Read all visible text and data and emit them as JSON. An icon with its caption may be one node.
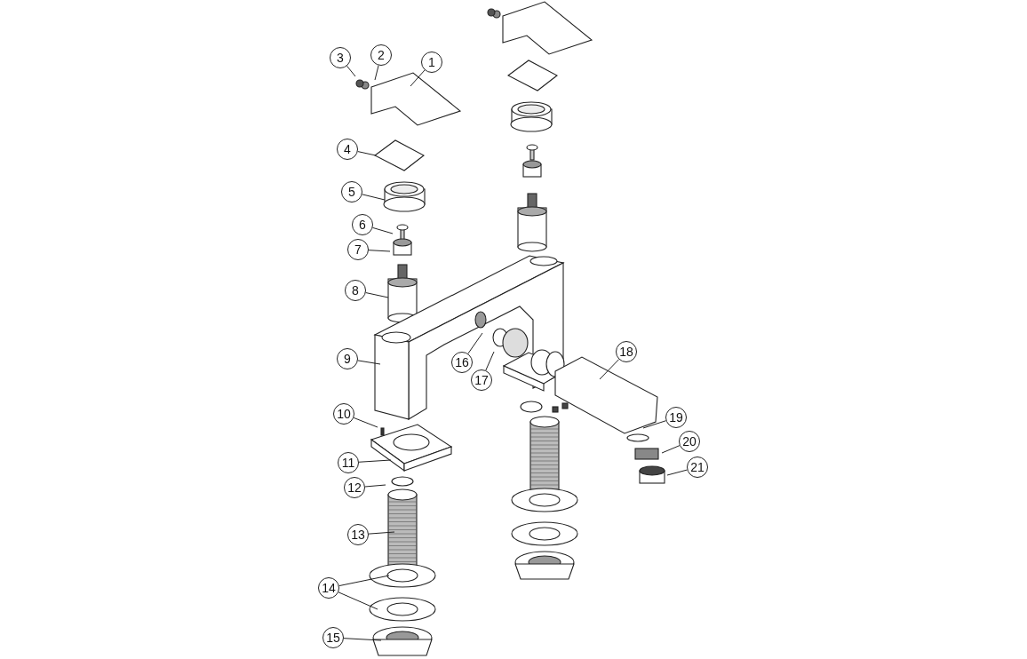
{
  "diagram": {
    "nodes": [
      {
        "text": [
          "1"
        ]
      },
      {
        "text": [
          "2"
        ]
      },
      {
        "text": [
          "3"
        ]
      },
      {
        "text": [
          "4"
        ]
      },
      {
        "text": [
          "5"
        ]
      },
      {
        "text": [
          "6"
        ]
      },
      {
        "text": [
          "7"
        ]
      },
      {
        "text": [
          "8"
        ]
      },
      {
        "text": [
          "9"
        ]
      },
      {
        "text": [
          "10"
        ]
      },
      {
        "text": [
          "11"
        ]
      },
      {
        "text": [
          "12"
        ]
      },
      {
        "text": [
          "13"
        ]
      },
      {
        "text": [
          "14"
        ]
      },
      {
        "text": [
          "15"
        ]
      },
      {
        "text": [
          "16"
        ]
      },
      {
        "text": [
          "17"
        ]
      },
      {
        "text": [
          "18"
        ]
      },
      {
        "text": [
          "19"
        ]
      },
      {
        "text": [
          "20"
        ]
      },
      {
        "text": [
          "21"
        ]
      }
    ],
    "edges": [
      {
        "from": 0,
        "to": null,
        "arrow": "none"
      },
      {
        "from": 1,
        "to": null,
        "arrow": "none"
      },
      {
        "from": 2,
        "to": null,
        "arrow": "none"
      },
      {
        "from": 3,
        "to": null,
        "arrow": "none"
      },
      {
        "from": 4,
        "to": null,
        "arrow": "none"
      },
      {
        "from": 5,
        "to": null,
        "arrow": "none"
      },
      {
        "from": 6,
        "to": null,
        "arrow": "none"
      },
      {
        "from": 7,
        "to": null,
        "arrow": "none"
      },
      {
        "from": 8,
        "to": null,
        "arrow": "none"
      },
      {
        "from": 9,
        "to": null,
        "arrow": "none"
      },
      {
        "from": 10,
        "to": null,
        "arrow": "none"
      },
      {
        "from": 11,
        "to": null,
        "arrow": "none"
      },
      {
        "from": 12,
        "to": null,
        "arrow": "none"
      },
      {
        "from": 13,
        "to": null,
        "arrow": "none"
      },
      {
        "from": 13,
        "to": null,
        "arrow": "none"
      },
      {
        "from": 14,
        "to": null,
        "arrow": "none"
      },
      {
        "from": 15,
        "to": null,
        "arrow": "none"
      },
      {
        "from": 16,
        "to": null,
        "arrow": "none"
      },
      {
        "from": 17,
        "to": null,
        "arrow": "none"
      },
      {
        "from": 18,
        "to": null,
        "arrow": "none"
      },
      {
        "from": 19,
        "to": null,
        "arrow": "none"
      },
      {
        "from": 20,
        "to": null,
        "arrow": "none"
      }
    ]
  }
}
